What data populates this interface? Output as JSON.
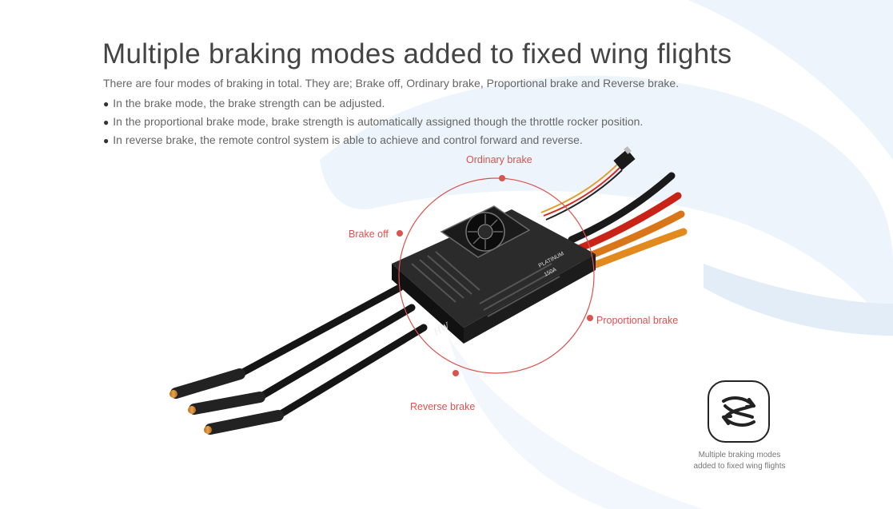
{
  "heading": "Multiple braking modes added to fixed wing flights",
  "intro": "There are four modes of braking in total. They are; Brake off, Ordinary brake, Proportional brake and Reverse brake.",
  "bullets": [
    {
      "icon": "bullet-dot",
      "text": "In the brake mode, the brake strength can be adjusted."
    },
    {
      "icon": "bullet-dot",
      "text": "In the proportional brake mode, brake strength is automatically assigned though the throttle rocker position."
    },
    {
      "icon": "bullet-dot",
      "text": "In reverse brake, the remote control system is able to achieve and control forward and reverse."
    }
  ],
  "modes": {
    "ordinary": "Ordinary brake",
    "off": "Brake off",
    "proportional": "Proportional brake",
    "reverse": "Reverse brake"
  },
  "product": {
    "label_line1": "PLATINUM",
    "label_line2": "150A"
  },
  "badge": {
    "icon": "braking-modes-icon",
    "caption_line1": "Multiple braking modes",
    "caption_line2": "added to fixed wing flights"
  },
  "colors": {
    "accent": "#d9534f",
    "background_watermark": "#e3eef8"
  }
}
